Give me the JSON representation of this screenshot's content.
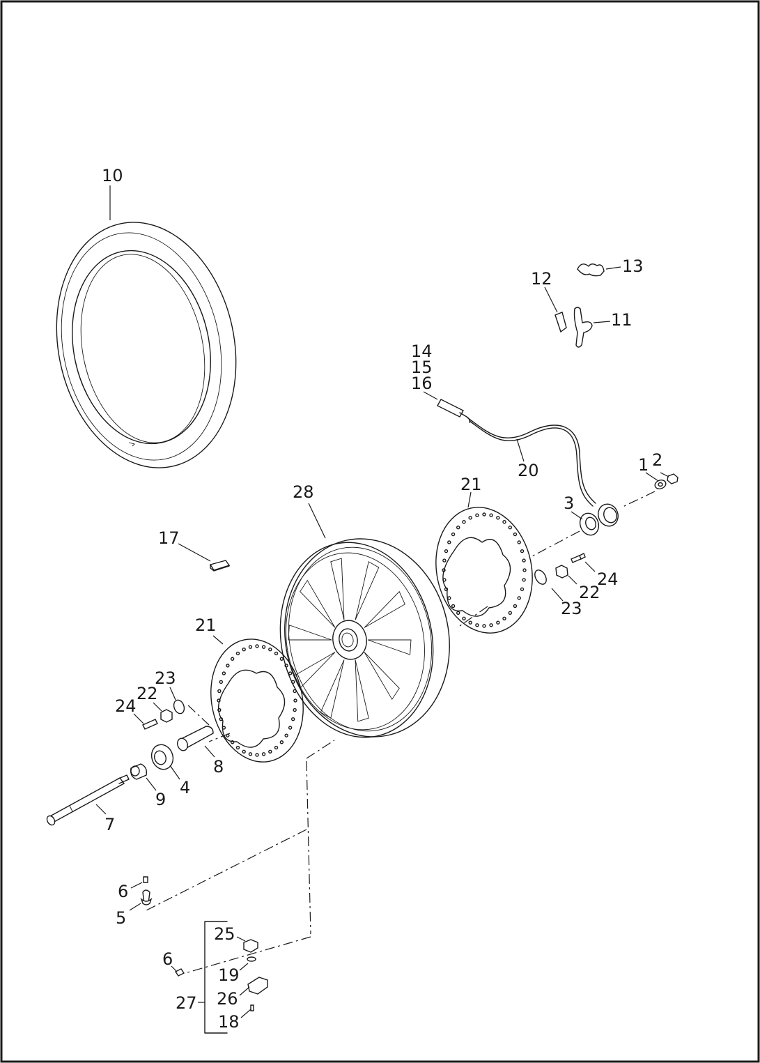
{
  "callouts": {
    "c1": "1",
    "c2": "2",
    "c3": "3",
    "c4": "4",
    "c5": "5",
    "c6a": "6",
    "c6b": "6",
    "c7": "7",
    "c8": "8",
    "c9": "9",
    "c10": "10",
    "c11": "11",
    "c12": "12",
    "c13": "13",
    "c14": "14",
    "c15": "15",
    "c16": "16",
    "c17": "17",
    "c18": "18",
    "c19": "19",
    "c20": "20",
    "c21a": "21",
    "c21b": "21",
    "c22a": "22",
    "c22b": "22",
    "c23a": "23",
    "c23b": "23",
    "c24a": "24",
    "c24b": "24",
    "c25": "25",
    "c26": "26",
    "c27": "27",
    "c28": "28"
  }
}
